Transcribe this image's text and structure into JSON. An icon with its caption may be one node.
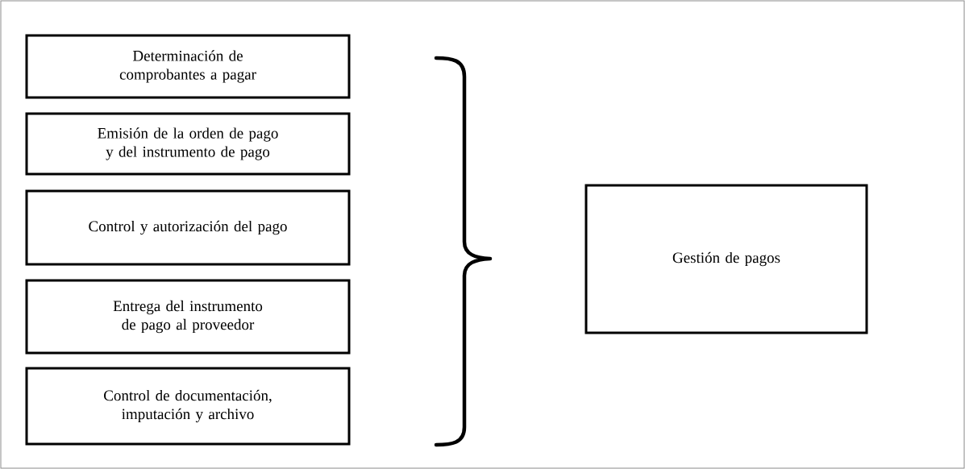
{
  "diagram": {
    "nodes": [
      {
        "text": [
          "Determinación de comprobantes a pagar"
        ]
      },
      {
        "text": [
          "Emisión de la orden de pago y del instrumento de pago"
        ]
      },
      {
        "text": [
          "Control y autorización del pago"
        ]
      },
      {
        "text": [
          "Entrega del instrumento de pago al proveedor"
        ]
      },
      {
        "text": [
          "Control de documentación, imputación y archivo"
        ]
      },
      {
        "text": [
          "Gestión de pagos"
        ]
      }
    ]
  }
}
